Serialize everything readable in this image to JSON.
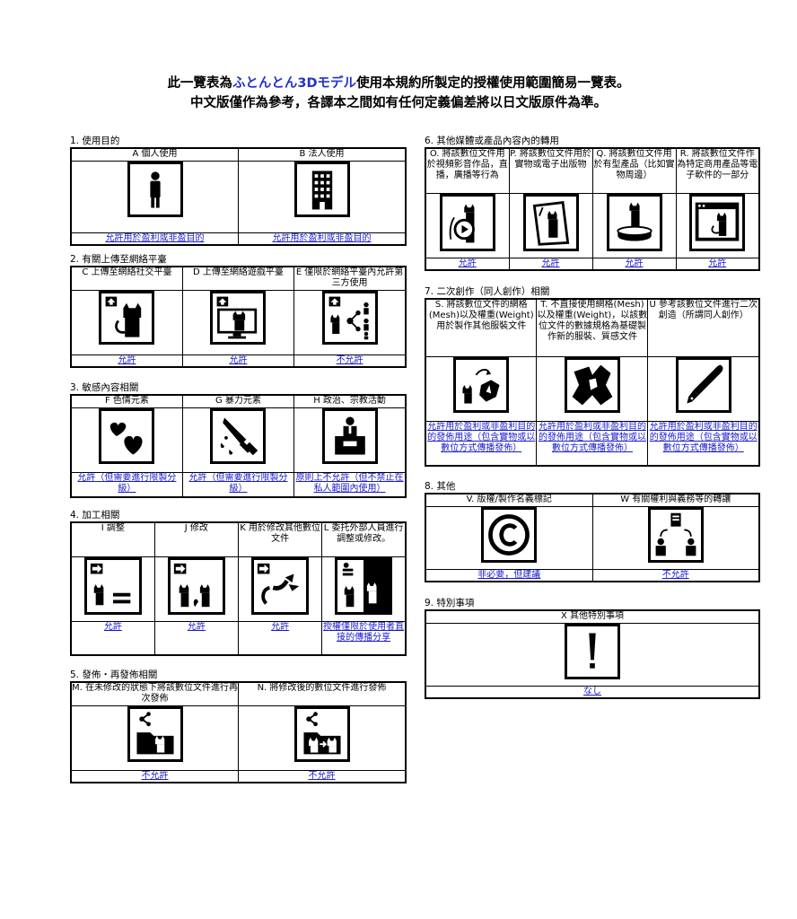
{
  "header": {
    "line1_pre": "此一覽表為",
    "line1_brand": "ふとんとん3Dモデル",
    "line1_post": "使用本規約所製定的授權使用範圍簡易一覽表。",
    "line2": "中文版僅作為參考，各譯本之間如有任何定義偏差將以日文版原件為準。"
  },
  "s1": {
    "title": "1. 使用目的",
    "cols": [
      {
        "label": "A 個人使用",
        "perm": "允許用於盈利或非盈目的",
        "icon": "person-icon"
      },
      {
        "label": "B 法人使用",
        "perm": "允許用於盈利或非盈目的",
        "icon": "building-icon"
      }
    ]
  },
  "s2": {
    "title": "2. 有關上傳至網絡平臺",
    "cols": [
      {
        "label": "C 上傳至網絡社交平臺",
        "perm": "允許",
        "icon": "upload-cat-icon"
      },
      {
        "label": "D 上傳至網絡遊戲平臺",
        "perm": "允許",
        "icon": "upload-monitor-icon"
      },
      {
        "label": "E 僅限於網絡平臺內允許第三方使用",
        "perm": "不允許",
        "icon": "share-people-icon"
      }
    ]
  },
  "s3": {
    "title": "3. 敏感內容相關",
    "cols": [
      {
        "label": "F 色情元素",
        "perm": "允許（但需要進行限製分級）",
        "icon": "hearts-icon"
      },
      {
        "label": "G 暴力元素",
        "perm": "允許（但需要進行限製分級）",
        "icon": "knife-icon"
      },
      {
        "label": "H 政治、宗教活動",
        "perm": "原則上不允許（但不禁止在私人範圍內使用）",
        "icon": "podium-icon"
      }
    ]
  },
  "s4": {
    "title": "4. 加工相關",
    "cols": [
      {
        "label": "I 調整",
        "perm": "允許",
        "icon": "adjust-icon"
      },
      {
        "label": "J 修改",
        "perm": "允許",
        "icon": "modify-icon"
      },
      {
        "label": "K 用於修改其他數位文件",
        "perm": "允許",
        "icon": "modify-other-icon"
      },
      {
        "label": "L 委托外部人員進行調整或修改。",
        "perm": "授權僅限於使用者直接的傳播分享",
        "icon": "outsource-icon"
      }
    ]
  },
  "s5": {
    "title": "5. 發佈・再發佈相關",
    "cols": [
      {
        "label": "M. 在未修改的狀態下將該數位文件進行再次發佈",
        "perm": "不允許",
        "icon": "redistribute-icon"
      },
      {
        "label": "N. 將修改後的數位文件進行發佈",
        "perm": "不允許",
        "icon": "redistribute-modified-icon"
      }
    ]
  },
  "s6": {
    "title": "6. 其他媒體或產品內容內的轉用",
    "cols": [
      {
        "label": "O. 將該數位文件用於視頻影音作品，直播，廣播等行為",
        "perm": "允許",
        "icon": "video-icon"
      },
      {
        "label": "P. 將該數位文件用於實物或電子出版物",
        "perm": "允許",
        "icon": "publication-icon"
      },
      {
        "label": "Q. 將該數位文件用於有型產品（比如實物周邊）",
        "perm": "允許",
        "icon": "figure-icon"
      },
      {
        "label": "R. 將該數位文件作為特定商用產品等電子軟件的一部分",
        "perm": "允許",
        "icon": "software-icon"
      }
    ]
  },
  "s7": {
    "title": "7. 二次創作（同人創作）相關",
    "cols": [
      {
        "label": "S. 將該數位文件的網格(Mesh)以及權重(Weight)用於製作其他服裝文件",
        "perm": "允許用於盈利或非盈利目的的發佈用途（包含實物或以數位方式傳播發佈）",
        "icon": "cloth-convert-icon"
      },
      {
        "label": "T. 不直接使用網格(Mesh)以及權重(Weight)，以該數位文件的數據規格為基礎製作新的服裝、質感文件",
        "perm": "允許用於盈利或非盈利目的的發佈用途（包含實物或以數位方式傳播發佈）",
        "icon": "cloth-icon"
      },
      {
        "label": "U 參考該數位文件進行二次創造（所謂同人創作）",
        "perm": "允許用於盈利或非盈利目的的發佈用途（包含實物或以數位方式傳播發佈）",
        "icon": "pen-icon"
      }
    ]
  },
  "s8": {
    "title": "8. 其他",
    "cols": [
      {
        "label": "V. 版權/製作名義標記",
        "perm": "非必要，但建議",
        "icon": "copyright-icon"
      },
      {
        "label": "W 有關權利與義務等的轉讓",
        "perm": "不允許",
        "icon": "transfer-icon"
      }
    ]
  },
  "s9": {
    "title": "9. 特別事項",
    "cols": [
      {
        "label": "X 其他特別事項",
        "perm": "なし",
        "icon": "exclamation-icon"
      }
    ]
  }
}
